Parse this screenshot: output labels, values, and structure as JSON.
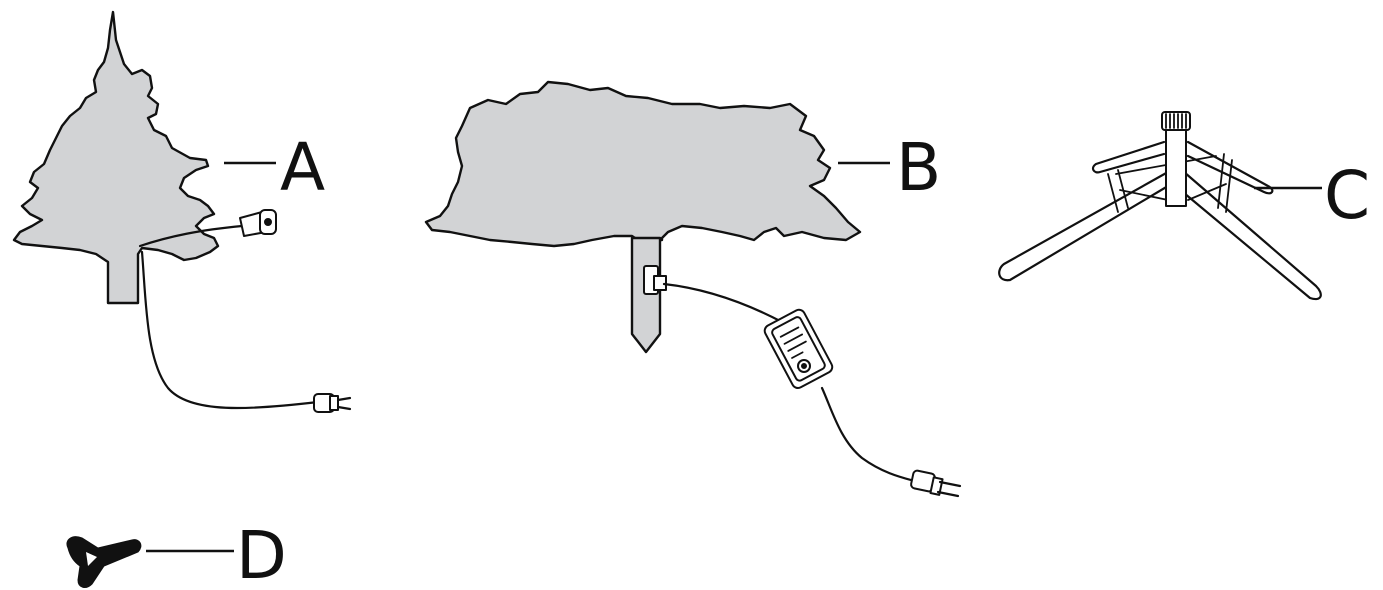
{
  "parts": [
    {
      "id": "A",
      "label": "A"
    },
    {
      "id": "B",
      "label": "B"
    },
    {
      "id": "C",
      "label": "C"
    },
    {
      "id": "D",
      "label": "D"
    }
  ],
  "colors": {
    "part_fill": "#d2d3d5",
    "outline": "#111111",
    "background": "#ffffff"
  }
}
